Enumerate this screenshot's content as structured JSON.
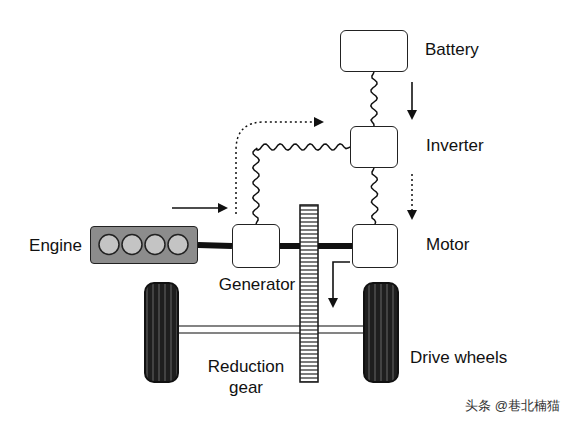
{
  "diagram": {
    "nodes": [
      {
        "text": [
          "Battery"
        ]
      },
      {
        "text": [
          "Inverter"
        ]
      },
      {
        "text": [
          "Engine"
        ]
      },
      {
        "text": [
          "Generator"
        ]
      },
      {
        "text": [
          "Motor"
        ]
      }
    ],
    "edges": [
      {
        "from": 0,
        "to": 1,
        "arrow": "none"
      },
      {
        "from": 3,
        "to": 1,
        "arrow": "none"
      },
      {
        "from": 1,
        "to": 4,
        "arrow": "none"
      },
      {
        "from": 2,
        "to": 3,
        "arrow": "none"
      }
    ],
    "labels": [
      "Reduction gear",
      "Drive wheels",
      "头条 @巷北楠猫"
    ]
  }
}
